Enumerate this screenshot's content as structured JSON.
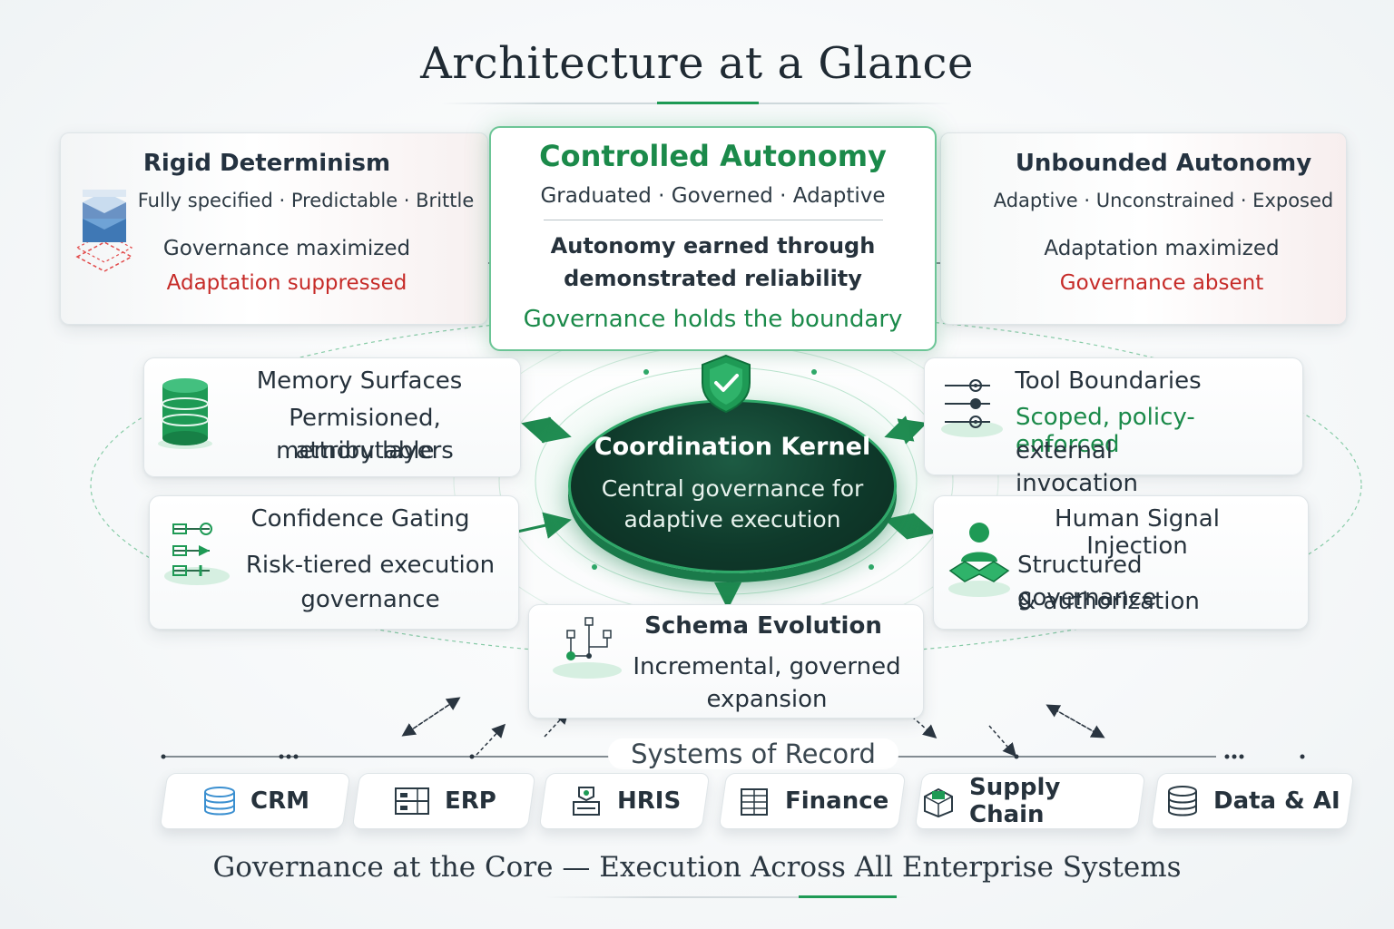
{
  "title": "Architecture at a Glance",
  "controlled": {
    "title": "Controlled Autonomy",
    "subtitle": "Graduated · Governed · Adaptive",
    "statement_line1": "Autonomy earned through",
    "statement_line2": "demonstrated reliability",
    "boundary": "Governance holds the boundary"
  },
  "rigid": {
    "title": "Rigid Determinism",
    "subtitle": "Fully specified · Predictable · Brittle",
    "positive": "Governance maximized",
    "negative": "Adaptation suppressed"
  },
  "unbounded": {
    "title": "Unbounded Autonomy",
    "subtitle": "Adaptive · Unconstrained · Exposed",
    "positive": "Adaptation maximized",
    "negative": "Governance absent"
  },
  "memory": {
    "title": "Memory Surfaces",
    "line1": "Permisioned, attributable",
    "line2": "memory layers"
  },
  "confidence": {
    "title": "Confidence Gating",
    "line1": "Risk-tiered execution",
    "line2": "governance"
  },
  "tool": {
    "title": "Tool Boundaries",
    "line1": "Scoped, policy-enforced",
    "line2": "external invocation"
  },
  "human": {
    "title": "Human Signal Injection",
    "line1": "Structured governance",
    "line2": "& authorization"
  },
  "kernel": {
    "title": "Coordination Kernel",
    "line1": "Central governance for",
    "line2": "adaptive execution"
  },
  "schema": {
    "title": "Schema Evolution",
    "line1": "Incremental, governed",
    "line2": "expansion"
  },
  "systems": {
    "label": "Systems of Record",
    "items": [
      {
        "label": "CRM",
        "icon": "database-icon"
      },
      {
        "label": "ERP",
        "icon": "server-icon"
      },
      {
        "label": "HRIS",
        "icon": "id-card-icon"
      },
      {
        "label": "Finance",
        "icon": "ledger-icon"
      },
      {
        "label": "Supply Chain",
        "icon": "boxes-icon"
      },
      {
        "label": "Data & AI",
        "icon": "database-stack-icon"
      }
    ]
  },
  "footer": "Governance at the Core — Execution Across All Enterprise Systems",
  "colors": {
    "accent": "#1b8a4a",
    "warning": "#c62b28",
    "kernel": "#0f3a2b"
  }
}
